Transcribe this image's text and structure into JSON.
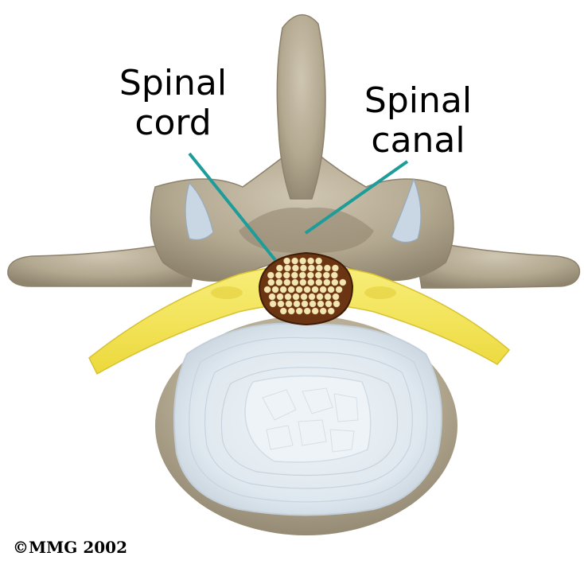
{
  "labels": {
    "spinal_cord": {
      "line1": "Spinal",
      "line2": "cord"
    },
    "spinal_canal": {
      "line1": "Spinal",
      "line2": "canal"
    }
  },
  "copyright": "©MMG 2002",
  "colors": {
    "bone": "#b8ad98",
    "bone_dark": "#8e826c",
    "ligament": "#f3e55a",
    "disc": "#e4ecf2",
    "cord": "#6b3412",
    "cord_fiber": "#f3e6b5",
    "cartilage": "#c9d6e4",
    "leader_line": "#1e9c9a"
  }
}
